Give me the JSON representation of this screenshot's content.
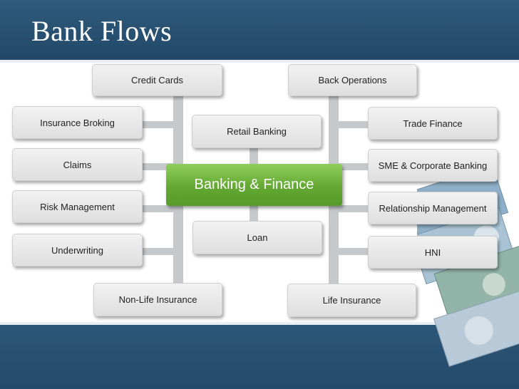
{
  "slide": {
    "title": "Bank Flows"
  },
  "diagram": {
    "center": "Banking & Finance",
    "top_left": "Credit Cards",
    "top_right": "Back Operations",
    "center_top": "Retail Banking",
    "center_bottom": "Loan",
    "bottom_left": "Non-Life Insurance",
    "bottom_right": "Life Insurance",
    "left_items": [
      "Insurance Broking",
      "Claims",
      "Risk Management",
      "Underwriting"
    ],
    "right_items": [
      "Trade Finance",
      "SME & Corporate Banking",
      "Relationship Management",
      "HNI"
    ]
  },
  "colors": {
    "background": "#264c6a",
    "center_node": "#63a832",
    "node": "#e6e6e6",
    "connector": "#c6c9cc"
  }
}
